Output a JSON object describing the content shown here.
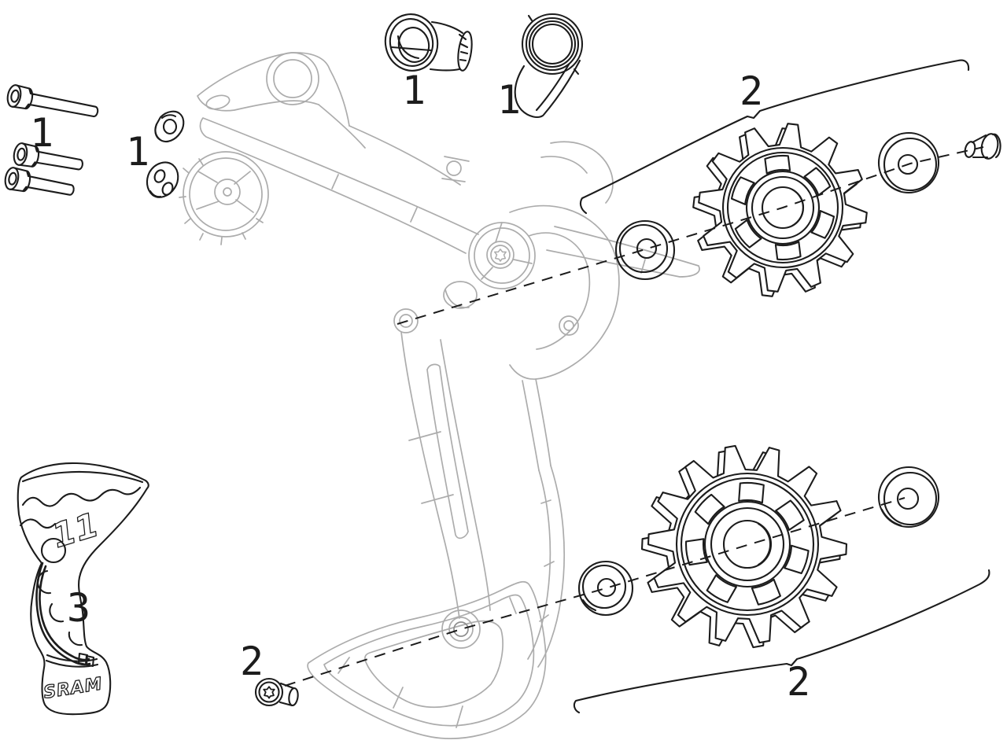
{
  "page": {
    "background": "#ffffff",
    "kind": "exploded-parts-line-drawing"
  },
  "colors": {
    "part_line": "#1c1c1c",
    "body_line": "#acacac",
    "background": "#ffffff"
  },
  "brand_marks": {
    "guard_logo": "SRAM",
    "guard_size_mark": "11"
  },
  "callouts": [
    {
      "label": "1",
      "part": "mounting-bolts"
    },
    {
      "label": "1",
      "part": "limit-screw-plates"
    },
    {
      "label": "1",
      "part": "b-adjust-barrel"
    },
    {
      "label": "1",
      "part": "hanger-hook-washer"
    },
    {
      "label": "2",
      "part": "upper-pulley-assembly"
    },
    {
      "label": "2",
      "part": "lower-pulley-assembly"
    },
    {
      "label": "2",
      "part": "cage-pulley-bolt"
    },
    {
      "label": "3",
      "part": "cage-guard"
    }
  ]
}
